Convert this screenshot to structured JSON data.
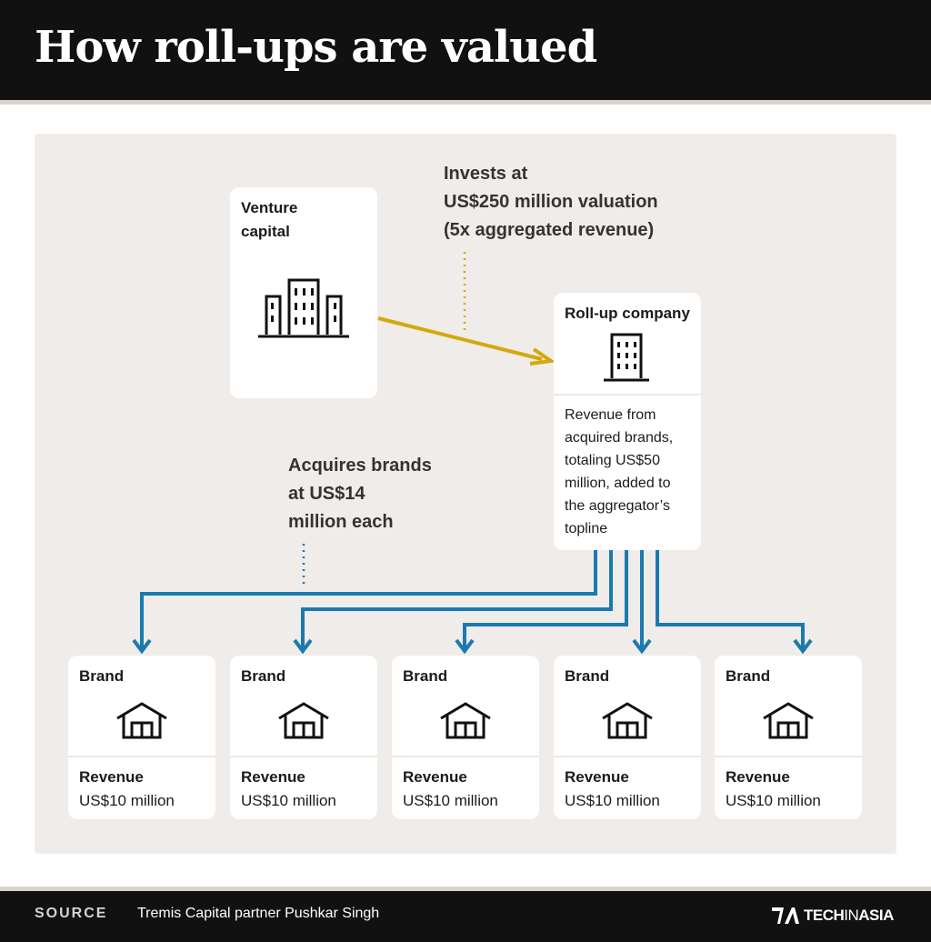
{
  "title": "How roll-ups are valued",
  "colors": {
    "invest_arrow": "#d4a80c",
    "acquire_arrow": "#1a7ab0",
    "panel": "#efece9",
    "header": "#111111"
  },
  "venture": {
    "title": "Venture\ncapital",
    "icon": "office-buildings-icon"
  },
  "invest_note": "Invests at\nUS$250 million valuation\n(5x aggregated revenue)",
  "rollup": {
    "title": "Roll-up company",
    "icon": "office-tower-icon",
    "description": "Revenue from\nacquired brands,\ntotaling US$50\nmillion, added to\nthe aggregator’s\ntopline"
  },
  "acquire_note": "Acquires brands\nat US$14\nmillion each",
  "brands": [
    {
      "title": "Brand",
      "revenue_label": "Revenue",
      "revenue_value": "US$10 million"
    },
    {
      "title": "Brand",
      "revenue_label": "Revenue",
      "revenue_value": "US$10 million"
    },
    {
      "title": "Brand",
      "revenue_label": "Revenue",
      "revenue_value": "US$10 million"
    },
    {
      "title": "Brand",
      "revenue_label": "Revenue",
      "revenue_value": "US$10 million"
    },
    {
      "title": "Brand",
      "revenue_label": "Revenue",
      "revenue_value": "US$10 million"
    }
  ],
  "brand_icon": "house-icon",
  "footer": {
    "source_label": "SOURCE",
    "source_text": "Tremis Capital partner Pushkar Singh",
    "logo_bold": "TECH",
    "logo_thin": "IN",
    "logo_end": "ASIA"
  }
}
